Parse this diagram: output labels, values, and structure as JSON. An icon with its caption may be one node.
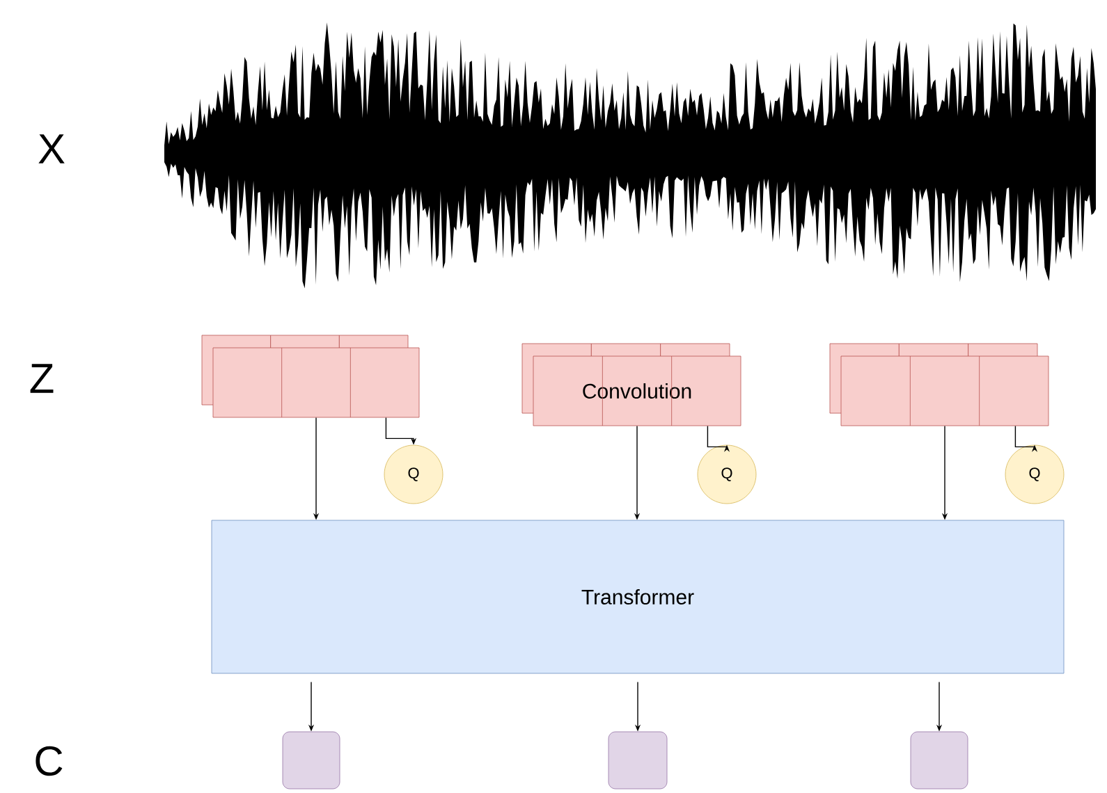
{
  "diagram": {
    "nodes": [
      {
        "text": [],
        "shape": "picture"
      },
      {
        "text": [],
        "shape": "box"
      },
      {
        "text": [
          "Q"
        ]
      },
      {
        "text": [
          "Convolution"
        ]
      },
      {
        "text": [
          "Q"
        ]
      },
      {
        "text": [],
        "shape": "box"
      },
      {
        "text": [
          "Q"
        ]
      },
      {
        "text": [
          "Transformer"
        ]
      },
      {
        "text": [],
        "shape": "box"
      },
      {
        "text": [],
        "shape": "box"
      },
      {
        "text": [],
        "shape": "box"
      }
    ],
    "edges": [
      {
        "from": 1,
        "to": 7,
        "arrow": "to"
      },
      {
        "from": 1,
        "to": 2,
        "arrow": "to"
      },
      {
        "from": 3,
        "to": 7,
        "arrow": "to"
      },
      {
        "from": 3,
        "to": 4,
        "arrow": "to"
      },
      {
        "from": 5,
        "to": 7,
        "arrow": "to"
      },
      {
        "from": 5,
        "to": 6,
        "arrow": "to"
      },
      {
        "from": 7,
        "to": 8,
        "arrow": "to"
      },
      {
        "from": 7,
        "to": 9,
        "arrow": "to"
      },
      {
        "from": 7,
        "to": 10,
        "arrow": "to"
      }
    ],
    "labels": [
      "X",
      "Z",
      "C"
    ]
  }
}
